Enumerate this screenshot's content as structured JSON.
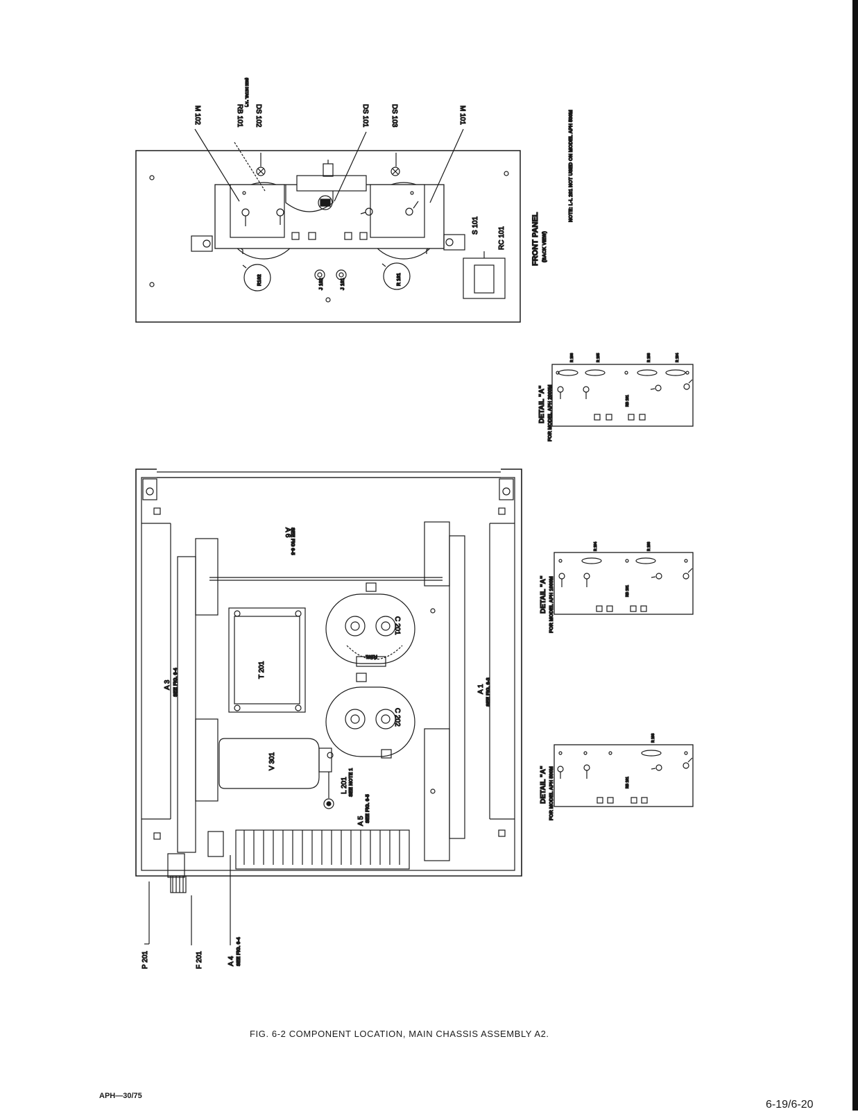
{
  "front_panel": {
    "title": "FRONT PANEL",
    "subtitle": "(BACK VIEW)",
    "note": "NOTE: L-L 201 NOT USED ON MODEL APH 500M",
    "callouts": {
      "m102": "M 102",
      "rb101": "RB 101",
      "see_detail_a": "(SEE DETAIL \"A\")",
      "ds102": "DS 102",
      "ds101": "DS 101",
      "ds103": "DS 103",
      "m101": "M 101",
      "s101": "S 101",
      "rc101": "RC 101"
    },
    "components": {
      "r102": "R102",
      "j102": "J 102",
      "j101": "J 101",
      "r101": "R 101",
      "plus": "+",
      "minus": "-"
    }
  },
  "details": [
    {
      "title": "DETAIL \"A\"",
      "model": "FOR MODEL APH 2000M",
      "board": "RB 101",
      "resistors": [
        "R 106",
        "R 105",
        "R 103",
        "R 104"
      ]
    },
    {
      "title": "DETAIL \"A\"",
      "model": "FOR MODEL APH 1000M",
      "board": "RB 101",
      "resistors": [
        "R 104",
        "R 103"
      ]
    },
    {
      "title": "DETAIL \"A\"",
      "model": "FOR MODEL APH 500M",
      "board": "RB 101",
      "resistors": [
        "R 103"
      ]
    }
  ],
  "chassis": {
    "a6": "A 6",
    "a6_ref": "SEE FIG 6-5",
    "a3": "A 3",
    "a3_ref": "SEE FIG. 6-4",
    "a1": "A 1",
    "a1_ref": "SEE FIG. 6-3",
    "a5": "A 5",
    "a5_ref": "SEE FIG. 6-5",
    "l201": "L 201",
    "l201_ref": "SEE NOTE 1",
    "t201": "T 201",
    "v301": "V 301",
    "c201": "C 201",
    "c202": "C 202",
    "r201": "R201",
    "p201": "P 201",
    "f201": "F 201",
    "a4": "A 4",
    "a4_ref": "SEE FIG. 6-4"
  },
  "caption": "FIG. 6-2 COMPONENT LOCATION, MAIN CHASSIS ASSEMBLY A2.",
  "page_number": "6-19/6-20",
  "doc_id": "APH—30/75"
}
